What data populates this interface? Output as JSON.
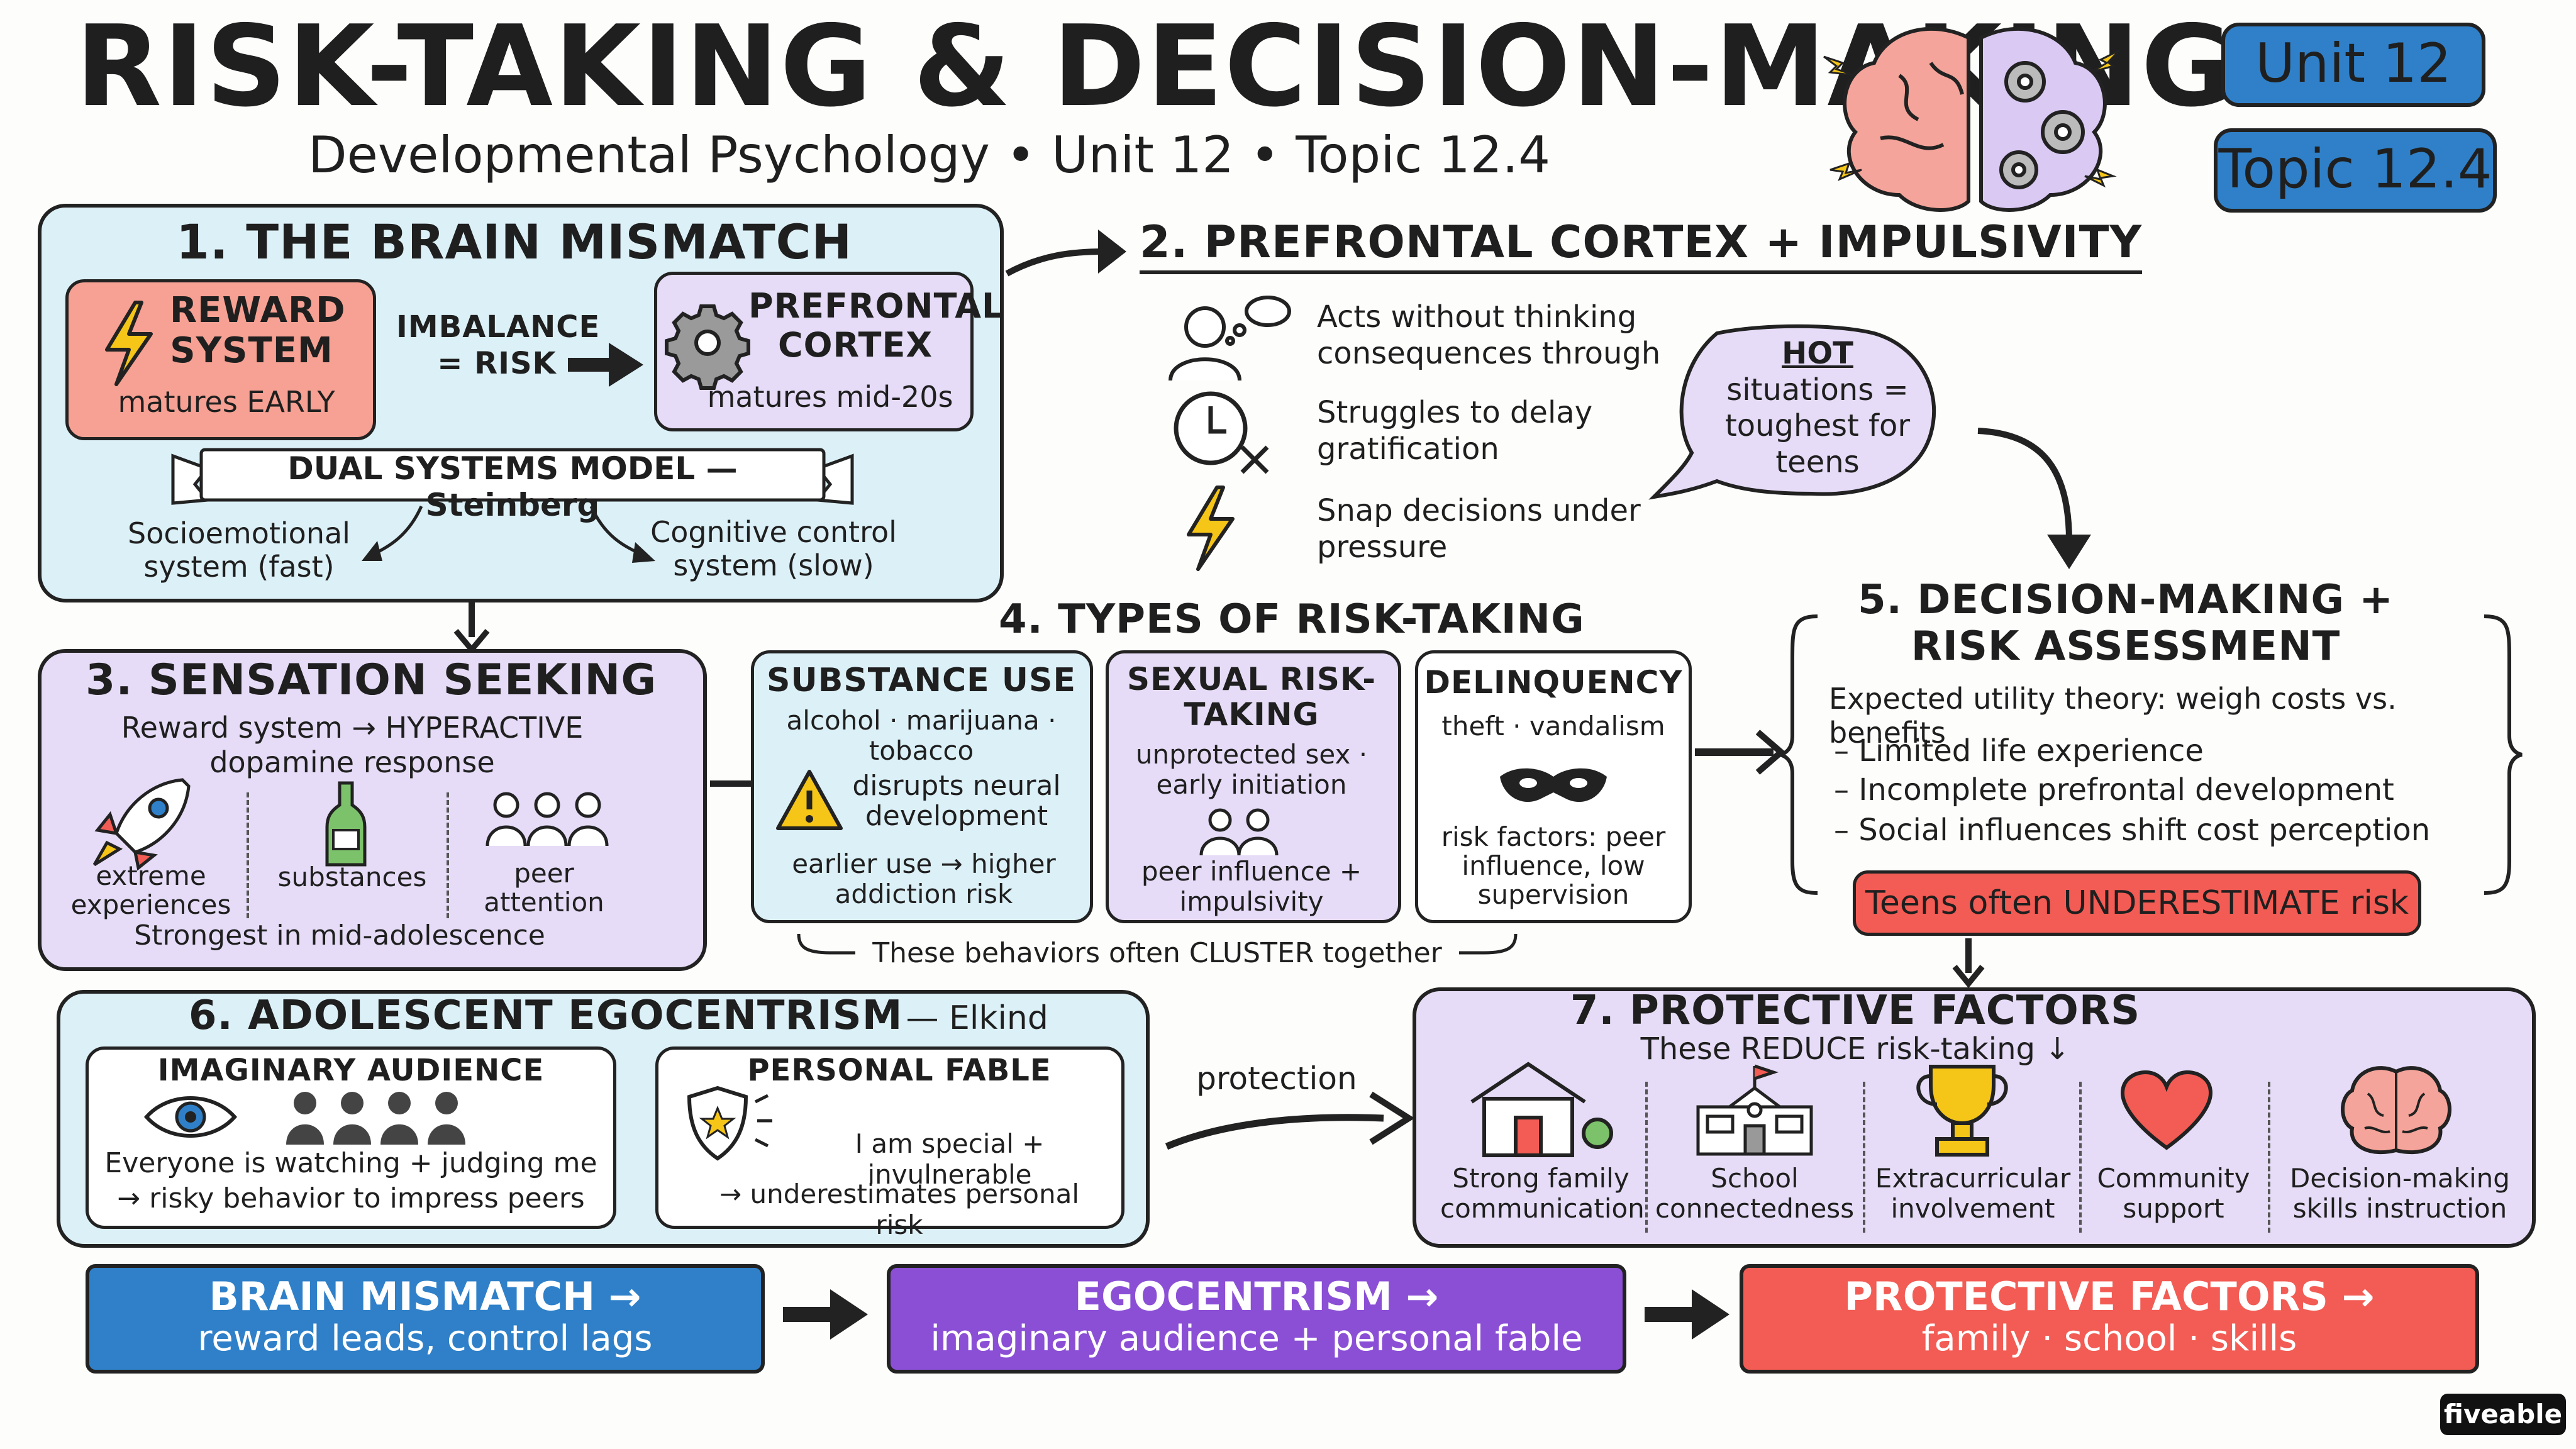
{
  "header": {
    "title": "RISK-TAKING & DECISION-MAKING",
    "subtitle": "Developmental Psychology • Unit 12 • Topic 12.4",
    "unit_badge": "Unit 12",
    "topic_badge": "Topic 12.4"
  },
  "s1": {
    "title": "1. THE BRAIN MISMATCH",
    "reward_title": "REWARD SYSTEM",
    "reward_sub": "matures EARLY",
    "imbalance": "IMBALANCE = RISK",
    "pfc_title": "PREFRONTAL CORTEX",
    "pfc_sub": "matures mid-20s",
    "banner": "DUAL SYSTEMS MODEL — Steinberg",
    "socio": "Socioemotional system (fast)",
    "cognitive": "Cognitive control system (slow)"
  },
  "s2": {
    "title": "2. PREFRONTAL CORTEX + IMPULSIVITY",
    "items": [
      "Acts without thinking consequences through",
      "Struggles to delay gratification",
      "Snap decisions under pressure"
    ],
    "bubble": "HOT situations = toughest for teens",
    "bubble_hot": "HOT",
    "bubble_rest": "situations = toughest for teens"
  },
  "s3": {
    "title": "3. SENSATION SEEKING",
    "desc": "Reward system → HYPERACTIVE dopamine response",
    "items": [
      "extreme experiences",
      "substances",
      "peer attention"
    ],
    "footer": "Strongest in mid-adolescence"
  },
  "s4": {
    "title": "4. TYPES OF RISK-TAKING",
    "substance_title": "SUBSTANCE USE",
    "substance_list": "alcohol · marijuana · tobacco",
    "substance_warn": "disrupts neural development",
    "substance_note": "earlier use → higher addiction risk",
    "sexual_title": "SEXUAL RISK-TAKING",
    "sexual_list": "unprotected sex · early initiation",
    "sexual_note": "peer influence + impulsivity",
    "delinq_title": "DELINQUENCY",
    "delinq_list": "theft · vandalism",
    "delinq_note": "risk factors: peer influence, low supervision",
    "cluster": "These behaviors often CLUSTER together"
  },
  "s5": {
    "title": "5. DECISION-MAKING + RISK ASSESSMENT",
    "theory": "Expected utility theory: weigh costs vs. benefits",
    "items": [
      "– Limited life experience",
      "– Incomplete prefrontal development",
      "– Social influences shift cost perception"
    ],
    "alert": "Teens often UNDERESTIMATE risk"
  },
  "s6": {
    "title": "6. ADOLESCENT EGOCENTRISM",
    "author": "— Elkind",
    "aud_title": "IMAGINARY AUDIENCE",
    "aud_line1": "Everyone is watching + judging me",
    "aud_line2": "→ risky behavior to impress peers",
    "fable_title": "PERSONAL FABLE",
    "fable_line1": "I am special + invulnerable",
    "fable_line2": "→ underestimates personal risk"
  },
  "protection_label": "protection",
  "s7": {
    "title": "7. PROTECTIVE FACTORS",
    "subtitle": "These REDUCE risk-taking ↓",
    "items": [
      "Strong family communication",
      "School connectedness",
      "Extracurricular involvement",
      "Community support",
      "Decision-making skills instruction"
    ]
  },
  "bottom": [
    {
      "title": "BRAIN MISMATCH →",
      "sub": "reward leads, control lags"
    },
    {
      "title": "EGOCENTRISM →",
      "sub": "imaginary audience + personal fable"
    },
    {
      "title": "PROTECTIVE FACTORS →",
      "sub": "family · school · skills"
    }
  ],
  "brand": "fiveable",
  "colors": {
    "blue": "#2f80c8",
    "purple": "#8b4fd6",
    "red": "#f25c54",
    "light_blue": "#dcf0f7",
    "lavender": "#e6dcf7",
    "salmon": "#f6a193",
    "yellow": "#f5c518"
  }
}
